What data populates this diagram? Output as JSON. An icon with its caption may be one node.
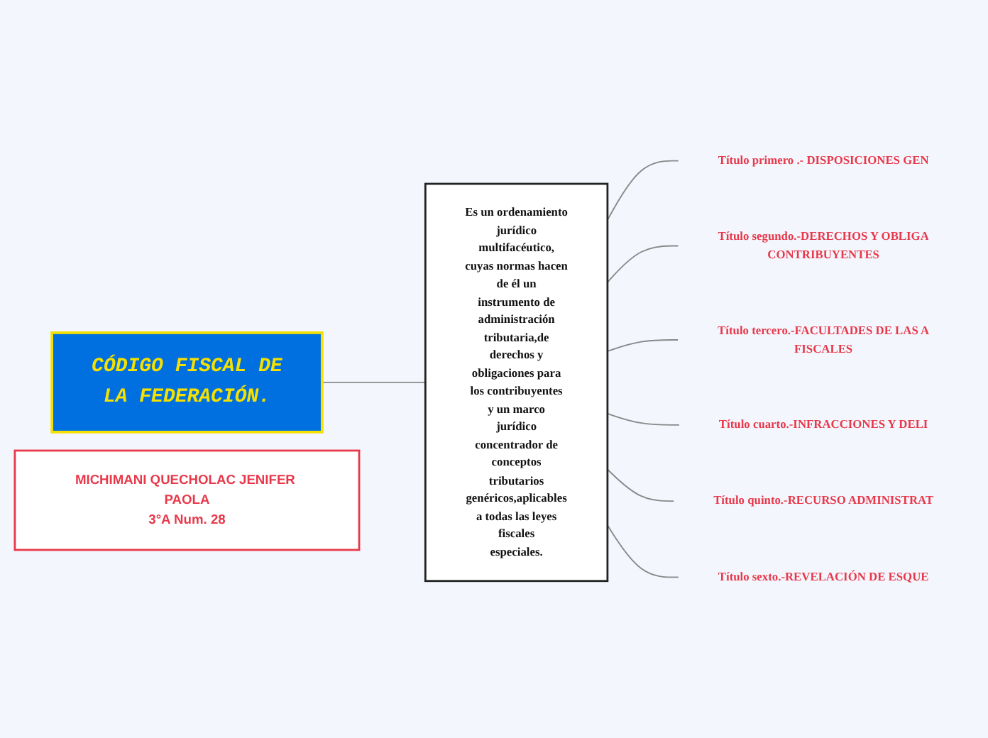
{
  "diagram": {
    "nodes": [
      {
        "text": [
          "CÓDIGO FISCAL DE LA FEDERACIÓN."
        ]
      },
      {
        "text": [
          "Es un ordenamiento jurídico multifacéutico, cuyas normas hacen de él un instrumento de administración tributaria,de derechos y obligaciones para los contribuyentes y un marco jurídico concentrador de conceptos tributarios genéricos,aplicables a todas las leyes fiscales especiales."
        ]
      },
      {
        "text": [
          "Título primero .- DISPOSICIONES GEN"
        ]
      },
      {
        "text": [
          "Título segundo.-DERECHOS Y OBLIGA CONTRIBUYENTES"
        ]
      },
      {
        "text": [
          "Título tercero.-FACULTADES DE LAS A FISCALES"
        ]
      },
      {
        "text": [
          "Título cuarto.-INFRACCIONES Y DELI"
        ]
      },
      {
        "text": [
          "Título quinto.-RECURSO ADMINISTRAT"
        ]
      },
      {
        "text": [
          "Título sexto.-REVELACIÓN DE ESQUE"
        ]
      },
      {
        "text": [
          "MICHIMANI QUECHOLAC JENIFER PAOLA 3°A Num. 28"
        ]
      }
    ],
    "edges": [
      {
        "from": 0,
        "to": 1,
        "arrow": "none"
      },
      {
        "from": 1,
        "to": 2,
        "arrow": "none"
      },
      {
        "from": 1,
        "to": 3,
        "arrow": "none"
      },
      {
        "from": 1,
        "to": 4,
        "arrow": "none"
      },
      {
        "from": 1,
        "to": 5,
        "arrow": "none"
      },
      {
        "from": 1,
        "to": 6,
        "arrow": "none"
      },
      {
        "from": 1,
        "to": 7,
        "arrow": "none"
      }
    ]
  }
}
